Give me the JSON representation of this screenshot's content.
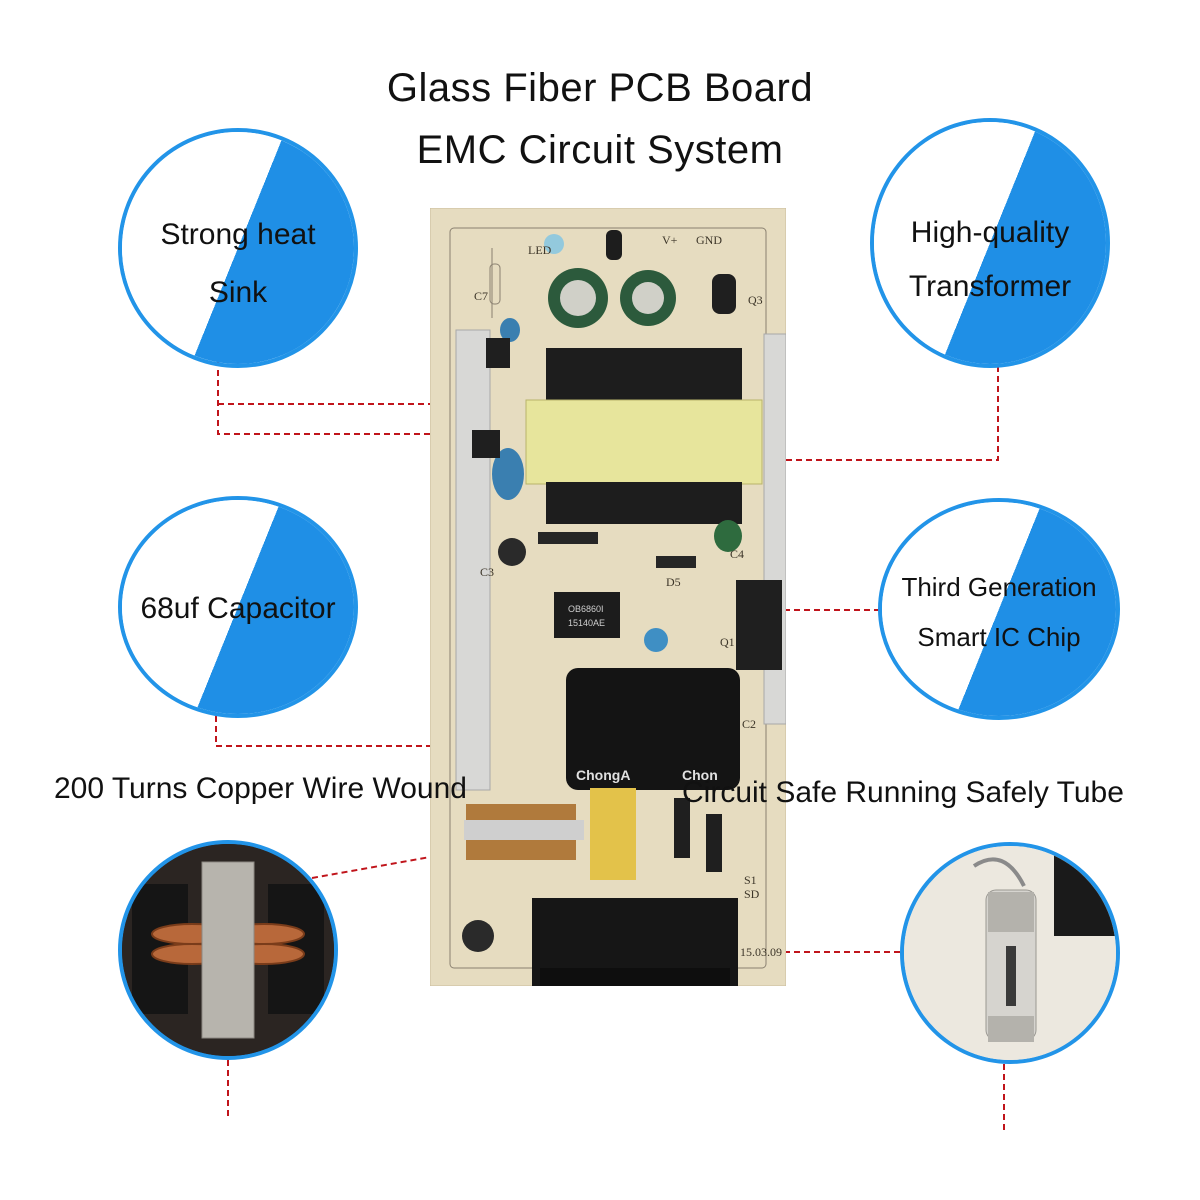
{
  "header": {
    "title_line_1": "Glass Fiber PCB Board",
    "title_line_2": "EMC Circuit System"
  },
  "features": {
    "heat_sink": {
      "line1": "Strong heat",
      "line2": "Sink"
    },
    "transformer": {
      "line1": "High-quality",
      "line2": "Transformer"
    },
    "capacitor": {
      "line1": "68uf Capacitor"
    },
    "ic_chip": {
      "line1": "Third Generation",
      "line2": "Smart  IC Chip"
    }
  },
  "callouts": {
    "copper_wire": "200 Turns Copper Wire Wound",
    "safety_tube": "Circuit Safe Running Safely Tube"
  },
  "pcb_markings": {
    "led": "LED",
    "vplus": "V+",
    "gnd": "GND",
    "c7": "C7",
    "q3": "Q3",
    "q1": "Q1",
    "c4": "C4",
    "c3": "C3",
    "d5": "D5",
    "c2": "C2",
    "chip_text_1": "OB6860I",
    "chip_text_2": "15140AE",
    "cap_brand_1": "ChongA",
    "cap_brand_2": "Chon",
    "date_code": "15.03.09",
    "sd": "SD",
    "s1": "S1"
  },
  "colors": {
    "accent_blue": "#1f8fe6",
    "leader_red": "#c0141b",
    "pcb_board": "#e6dcc0"
  },
  "icons": {
    "coil_photo": "common-mode-choke-photo",
    "fuse_photo": "glass-fuse-photo"
  }
}
